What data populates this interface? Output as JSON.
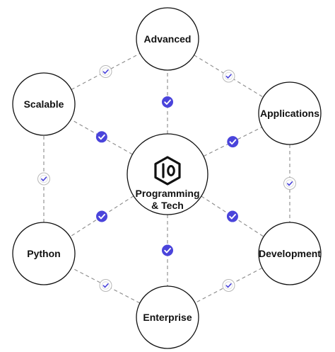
{
  "center": {
    "lines": [
      "Programming",
      "& Tech"
    ],
    "logo_icon": "hexagon-logo-icon"
  },
  "nodes": [
    {
      "id": "advanced",
      "label": "Advanced"
    },
    {
      "id": "applications",
      "label": "Applications"
    },
    {
      "id": "development",
      "label": "Development"
    },
    {
      "id": "enterprise",
      "label": "Enterprise"
    },
    {
      "id": "python",
      "label": "Python"
    },
    {
      "id": "scalable",
      "label": "Scalable"
    }
  ],
  "check_icon": "check-icon",
  "colors": {
    "accent": "#4a44db",
    "line": "#8a8a8a",
    "stroke": "#111111",
    "outline_check_border": "#b8b8b8"
  }
}
